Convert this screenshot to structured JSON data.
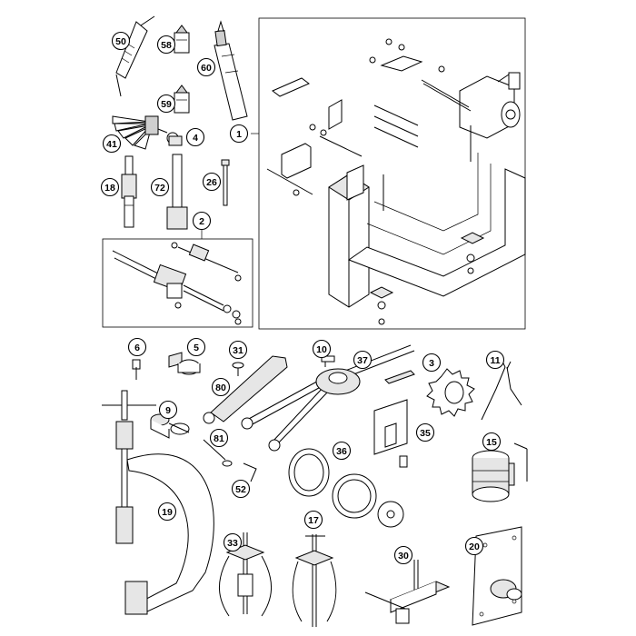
{
  "callouts": [
    {
      "id": "50",
      "label": "50"
    },
    {
      "id": "58",
      "label": "58"
    },
    {
      "id": "60",
      "label": "60"
    },
    {
      "id": "59",
      "label": "59"
    },
    {
      "id": "41",
      "label": "41"
    },
    {
      "id": "4",
      "label": "4"
    },
    {
      "id": "1",
      "label": "1"
    },
    {
      "id": "18",
      "label": "18"
    },
    {
      "id": "72",
      "label": "72"
    },
    {
      "id": "26",
      "label": "26"
    },
    {
      "id": "2",
      "label": "2"
    },
    {
      "id": "6",
      "label": "6"
    },
    {
      "id": "5",
      "label": "5"
    },
    {
      "id": "31",
      "label": "31"
    },
    {
      "id": "10",
      "label": "10"
    },
    {
      "id": "37",
      "label": "37"
    },
    {
      "id": "3",
      "label": "3"
    },
    {
      "id": "11",
      "label": "11"
    },
    {
      "id": "80",
      "label": "80"
    },
    {
      "id": "9",
      "label": "9"
    },
    {
      "id": "35",
      "label": "35"
    },
    {
      "id": "81",
      "label": "81"
    },
    {
      "id": "36",
      "label": "36"
    },
    {
      "id": "15",
      "label": "15"
    },
    {
      "id": "52",
      "label": "52"
    },
    {
      "id": "19",
      "label": "19"
    },
    {
      "id": "17",
      "label": "17"
    },
    {
      "id": "33",
      "label": "33"
    },
    {
      "id": "30",
      "label": "30"
    },
    {
      "id": "20",
      "label": "20"
    }
  ]
}
